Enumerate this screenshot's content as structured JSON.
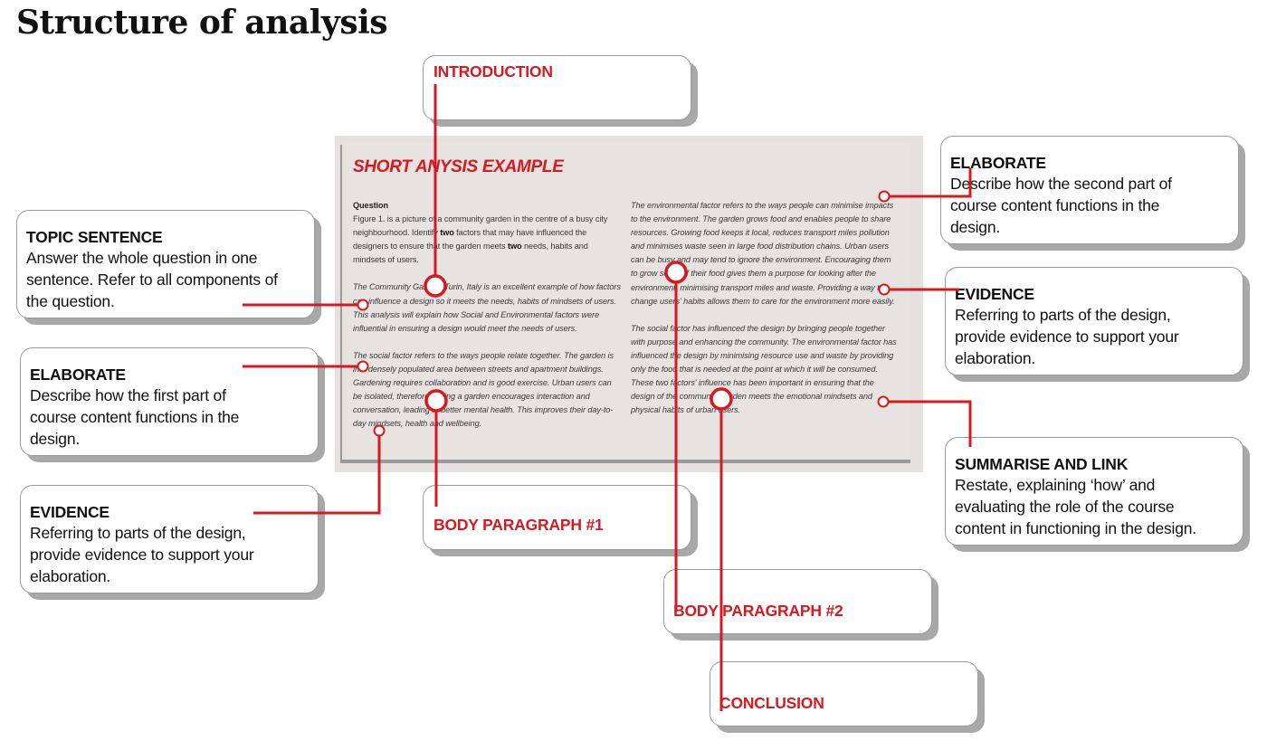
{
  "page_title": "Structure of analysis",
  "example": {
    "title": "SHORT ANYSIS EXAMPLE",
    "question_heading": "Question",
    "question_text_1": "Figure 1. is a picture of a community garden in the centre of a busy city neighbourhood. Identify ",
    "question_bold_1": "two",
    "question_text_2": " factors that may have influenced the designers to ensure that the garden meets ",
    "question_bold_2": "two",
    "question_text_3": " needs, habits and mindsets of users.",
    "intro_paragraph": "The Community Garden, Turin, Italy is an excellent example of how factors can influence a design so it meets the needs, habits of mindsets of users. This analysis will explain how Social and Environmental factors were influential in ensuring a design would meet the needs of users.",
    "body1_paragraph": "The social factor refers to the ways people relate together. The garden is in a densely populated area between streets and apartment buildings. Gardening requires collaboration and is good exercise. Urban users can be isolated, therefore having a garden encourages interaction and conversation, leading to better mental health. This improves their day-to-day mindsets, health and wellbeing.",
    "body2_paragraph": "The environmental factor refers to the ways people can minimise impacts to the environment. The garden grows food and enables people to share resources. Growing food keeps it local, reduces transport miles pollution and minimises waste seen in large food distribution chains. Urban users can be busy and may tend to ignore the environment. Encouraging them to grow some of their food gives them a purpose for looking after the environment, minimising transport miles and waste. Providing a way to change users' habits allows them to care for the environment more easily.",
    "conclusion_paragraph": "The social factor has influenced the design by bringing people together with purpose and enhancing the community. The environmental factor has influenced the design by minimising resource use and waste by providing only the food that is needed at the point at which it will be consumed. These two factors' influence has been important in ensuring that the design of the community garden meets the emotional mindsets and physical habits of urban users."
  },
  "callouts": {
    "introduction": {
      "label": "INTRODUCTION"
    },
    "topic_sentence": {
      "heading": "TOPIC SENTENCE",
      "body": "Answer the whole question in one sentence. Refer to all components of the question."
    },
    "elaborate_left": {
      "heading": "ELABORATE",
      "body": "Describe how the first part of course content functions in the design."
    },
    "evidence_left": {
      "heading": "EVIDENCE",
      "body": "Referring to parts of the design, provide evidence to support your elaboration."
    },
    "body_paragraph_1": {
      "label": "BODY PARAGRAPH #1"
    },
    "body_paragraph_2": {
      "label": "BODY PARAGRAPH #2"
    },
    "conclusion": {
      "label": "CONCLUSION"
    },
    "elaborate_right": {
      "heading": "ELABORATE",
      "body": "Describe how the second part of course content functions in the design."
    },
    "evidence_right": {
      "heading": "EVIDENCE",
      "body": "Referring to parts of the design, provide evidence to support your elaboration."
    },
    "summarise_link": {
      "heading": "SUMMARISE AND LINK",
      "body": "Restate, explaining ‘how’ and evaluating the role of the course content in functioning in the design."
    }
  },
  "colors": {
    "accent_red": "#d71920",
    "box_border": "#9b9b9b",
    "box_shadow": "#a8a8a8",
    "doc_background": "#e7e3e1"
  }
}
